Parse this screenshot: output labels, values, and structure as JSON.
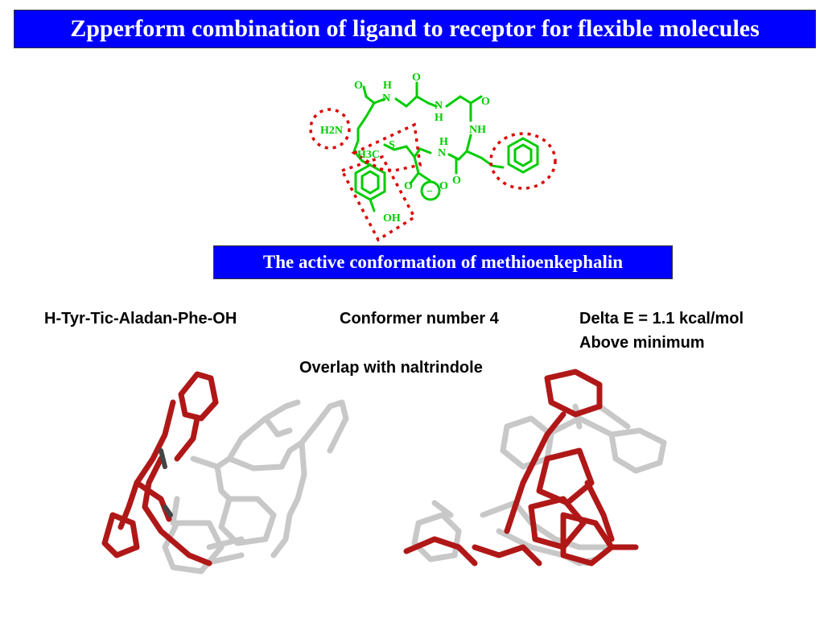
{
  "title": "Zpperform combination of ligand to receptor for flexible molecules",
  "caption": "The active conformation of methioenkephalin",
  "labels": {
    "compound": "H-Tyr-Tic-Aladan-Phe-OH",
    "conformer": "Conformer number 4",
    "delta_e": "Delta E = 1.1 kcal/mol",
    "above_min": "Above minimum",
    "overlap": "Overlap with naltrindole"
  },
  "structure_labels": {
    "o1": "O",
    "h1": "H",
    "n1": "N",
    "o2": "O",
    "n2": "N",
    "h2": "H",
    "o3": "O",
    "nh": "NH",
    "h2n": "H2N",
    "s": "S",
    "h3c": "H3C",
    "h3": "H",
    "n3": "N",
    "o4": "O",
    "o5": "O",
    "o6": "O",
    "oh": "OH",
    "minus": "−"
  },
  "colors": {
    "title_bg": "#0000ff",
    "molecule_green": "#00cc00",
    "pharmacophore_red": "#dd0000",
    "model_grey": "#c8c8c8",
    "model_red": "#b01818"
  }
}
